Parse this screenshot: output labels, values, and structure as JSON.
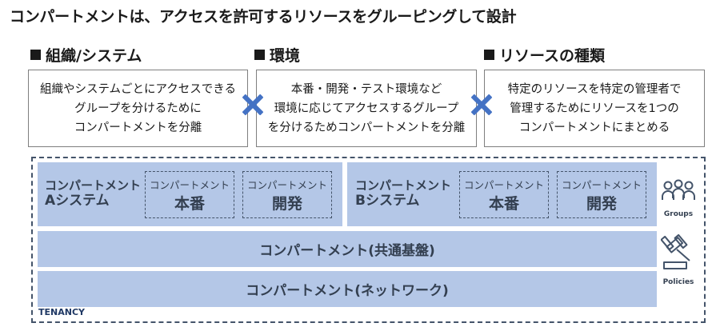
{
  "title": "コンパートメントは、アクセスを許可するリソースをグルーピングして設計",
  "sections": [
    {
      "heading": "組織/システム",
      "lines": [
        "組織やシステムごとにアクセスできる",
        "グループを分けるために",
        "コンパートメントを分離"
      ]
    },
    {
      "heading": "環境",
      "lines": [
        "本番・開発・テスト環境など",
        "環境に応じてアクセスするグループ",
        "を分けるためコンパートメントを分離"
      ]
    },
    {
      "heading": "リソースの種類",
      "lines": [
        "特定のリソースを特定の管理者で",
        "管理するためにリソースを1つの",
        "コンパートメントにまとめる"
      ]
    }
  ],
  "diagram": {
    "tenancy_label": "TENANCY",
    "systems": [
      {
        "title_line1": "コンパートメント",
        "title_line2": "Aシステム",
        "subs": [
          {
            "line1": "コンパートメント",
            "line2": "本番"
          },
          {
            "line1": "コンパートメント",
            "line2": "開発"
          }
        ]
      },
      {
        "title_line1": "コンパートメント",
        "title_line2": "Bシステム",
        "subs": [
          {
            "line1": "コンパートメント",
            "line2": "本番"
          },
          {
            "line1": "コンパートメント",
            "line2": "開発"
          }
        ]
      }
    ],
    "shared_bar": "コンパートメント(共通基盤)",
    "network_bar": "コンパートメント(ネットワーク)",
    "groups_label": "Groups",
    "policies_label": "Policies"
  },
  "colors": {
    "accent": "#4472c4",
    "panel": "#b4c7e7",
    "panel_text": "#333f50",
    "border": "#44546a"
  },
  "icons": [
    "groups-icon",
    "policies-gavel-icon",
    "cross-icon"
  ]
}
